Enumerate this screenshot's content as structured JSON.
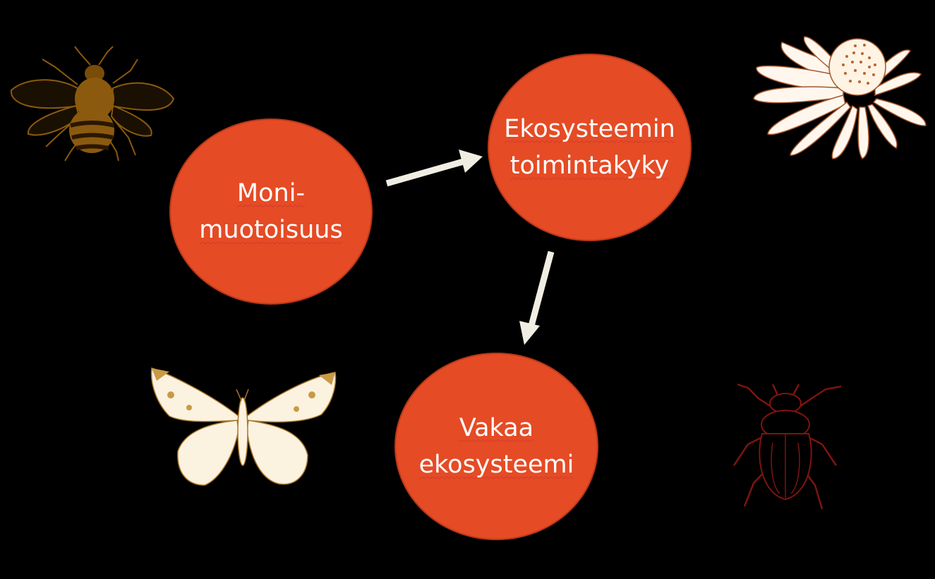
{
  "nodes": [
    {
      "lines": [
        "Moni-",
        "muotoisuus"
      ]
    },
    {
      "lines": [
        "Ekosysteemin",
        "toimintakyky"
      ]
    },
    {
      "lines": [
        "Vakaa",
        "ekosysteemi"
      ]
    }
  ],
  "colors": {
    "background": "#000000",
    "node_fill": "#e54b25",
    "arrow": "#f0eee2",
    "bee": "#8b5a0e",
    "flower": "#fff7ee",
    "butterfly": "#fbf2e0",
    "beetle": "#7e140e"
  },
  "icons": [
    "bee-icon",
    "flower-icon",
    "butterfly-icon",
    "beetle-icon"
  ]
}
